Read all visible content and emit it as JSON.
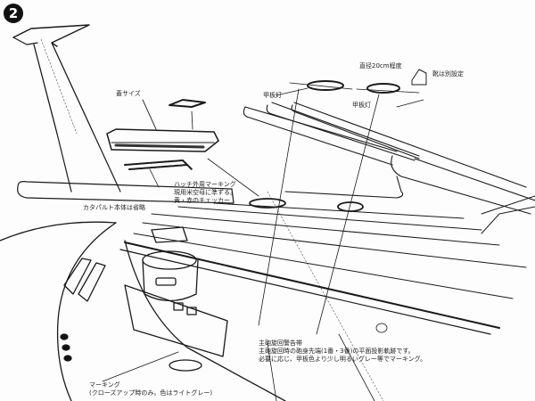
{
  "figure": {
    "number": "2"
  },
  "annotations": {
    "hatch_size": "蓋サイズ",
    "deck_light_1": "甲板灯",
    "deck_light_2": "甲板灯",
    "diameter": "直径20cm程度",
    "shoe": "靴は別設定",
    "hatch_marking": [
      "ハッチ外周マーキング",
      "現用米空母に準ずる。",
      "黄・赤のチェッカー"
    ],
    "catapult": "カタパルト本体は省略",
    "turret_warning": [
      "主砲旋回警告帯",
      "主砲旋回時の砲身先端(1番・3番)の平面投影軌跡です。",
      "必要に応じ、甲板色より少し明るいグレー等でマーキング。"
    ],
    "marking": [
      "マーキング",
      "(クローズアップ時のみ。色はライトグレー)"
    ]
  },
  "colors": {
    "ink": "#1a1a1a",
    "paper": "#fdfdfd",
    "shade": "#555555"
  }
}
